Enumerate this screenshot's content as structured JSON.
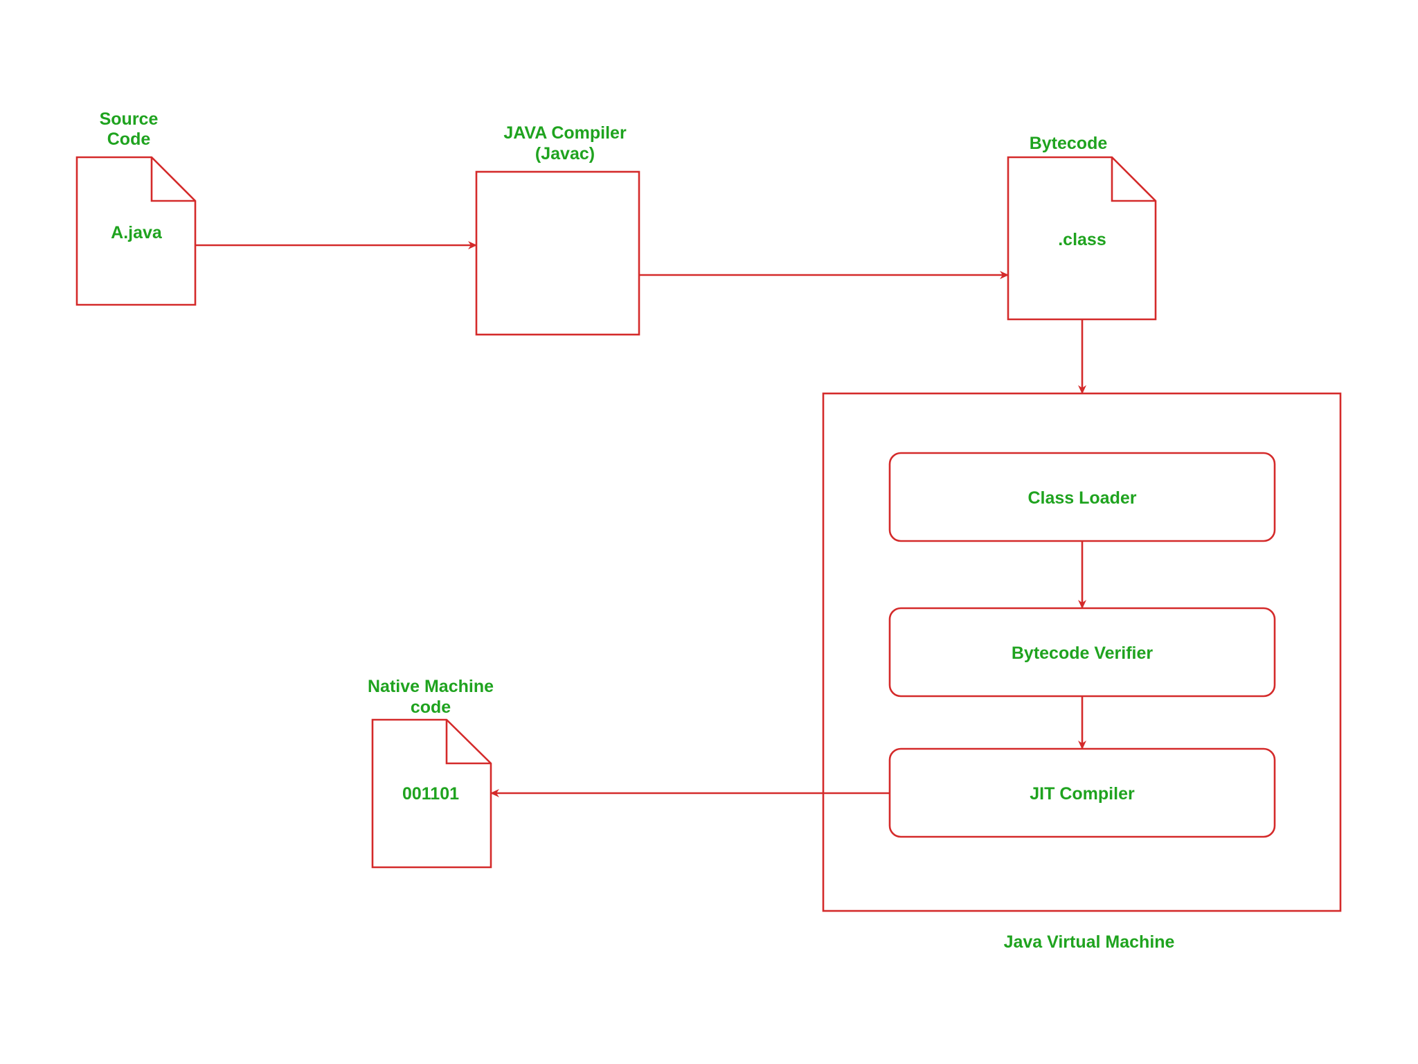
{
  "colors": {
    "stroke": "#d42a2a",
    "text": "#1fa31f",
    "background": "#ffffff"
  },
  "source": {
    "caption_line1": "Source",
    "caption_line2": "Code",
    "file_label": "A.java",
    "icon": "document-icon"
  },
  "compiler": {
    "caption_line1": "JAVA Compiler",
    "caption_line2": "(Javac)"
  },
  "bytecode": {
    "caption": "Bytecode",
    "file_label": ".class",
    "icon": "document-icon"
  },
  "jvm": {
    "caption": "Java Virtual Machine",
    "stages": [
      {
        "label": "Class Loader"
      },
      {
        "label": "Bytecode Verifier"
      },
      {
        "label": "JIT Compiler"
      }
    ]
  },
  "native": {
    "caption_line1": "Native Machine",
    "caption_line2": "code",
    "file_label": "001101",
    "icon": "document-icon"
  }
}
